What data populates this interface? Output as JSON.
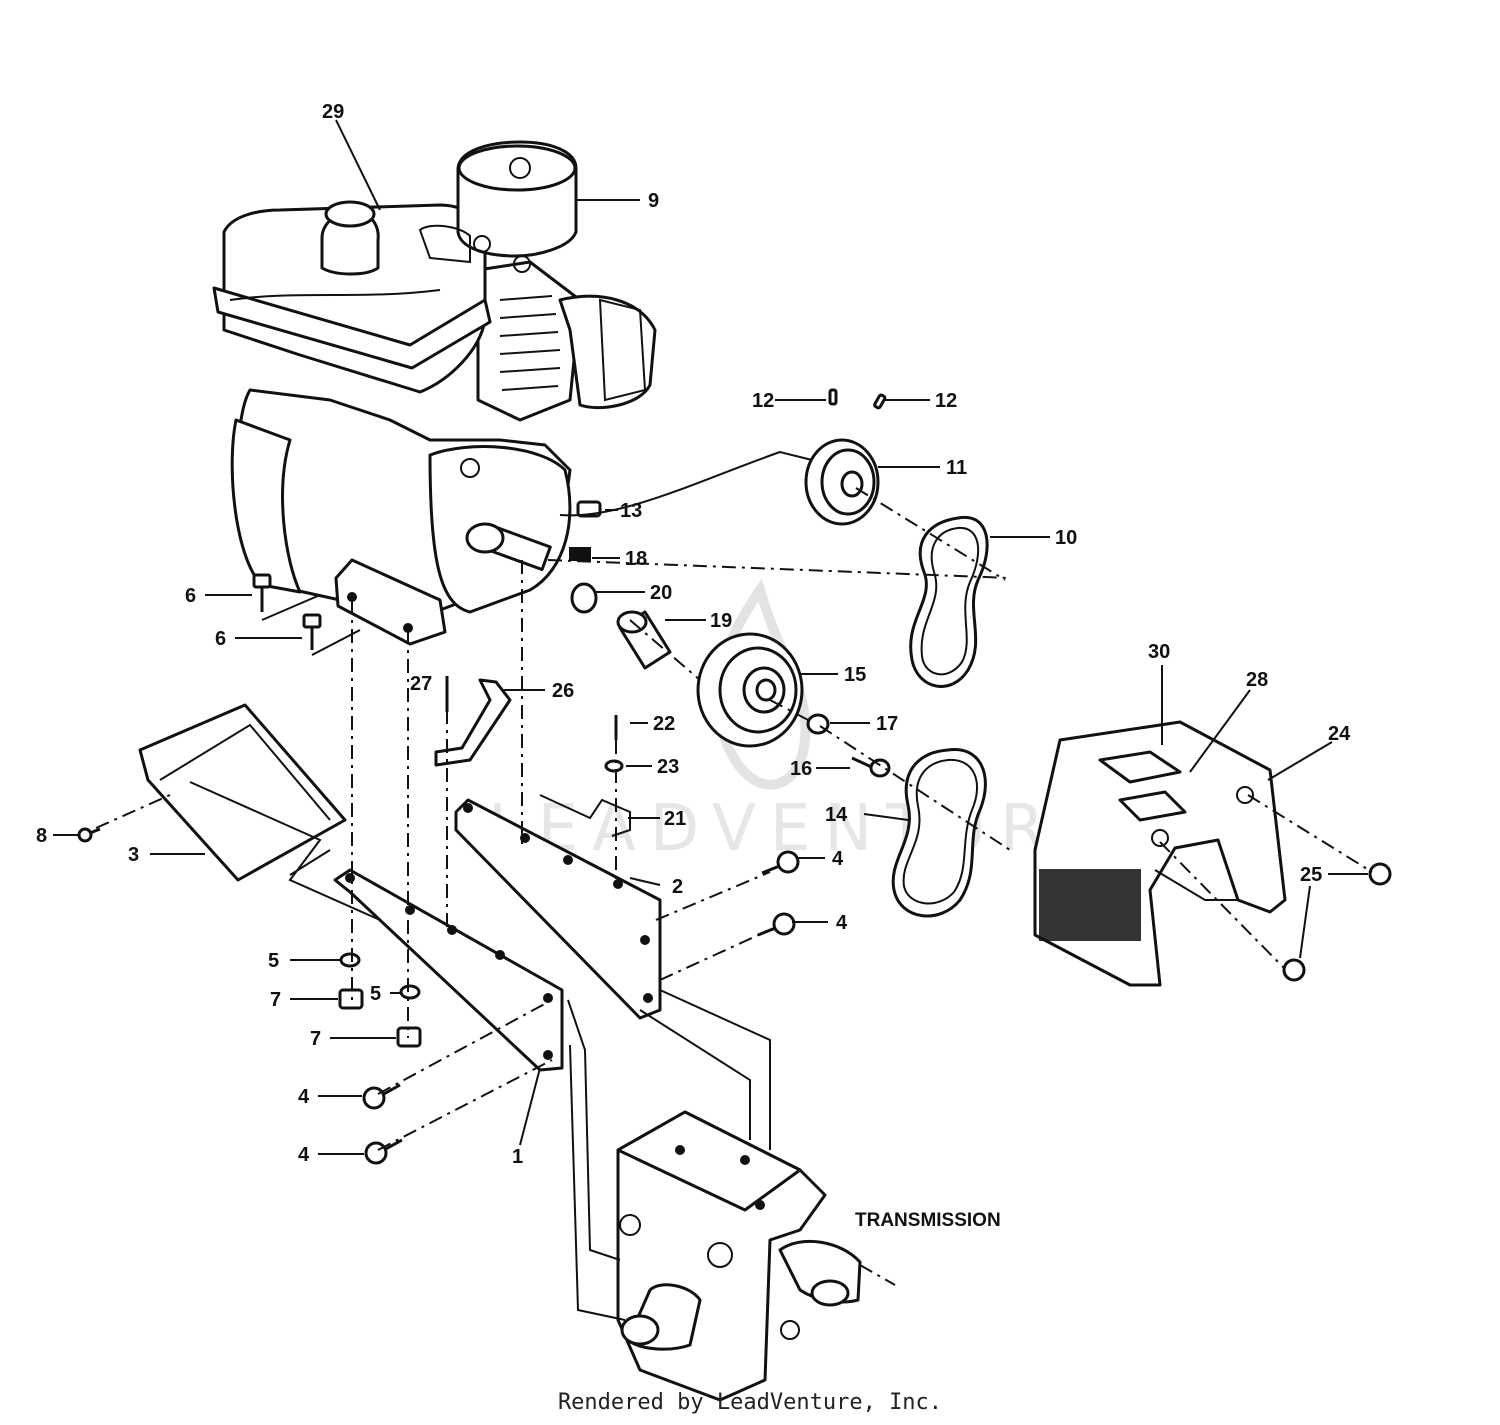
{
  "watermark": "LEADVENTURE",
  "credit": "Rendered by LeadVenture, Inc.",
  "transmission_label": "TRANSMISSION",
  "callouts": [
    "29",
    "9",
    "12",
    "12",
    "11",
    "13",
    "10",
    "18",
    "20",
    "19",
    "6",
    "6",
    "15",
    "27",
    "26",
    "22",
    "17",
    "16",
    "23",
    "30",
    "28",
    "24",
    "21",
    "14",
    "8",
    "3",
    "4",
    "2",
    "4",
    "25",
    "5",
    "7",
    "5",
    "7",
    "4",
    "4",
    "1"
  ]
}
